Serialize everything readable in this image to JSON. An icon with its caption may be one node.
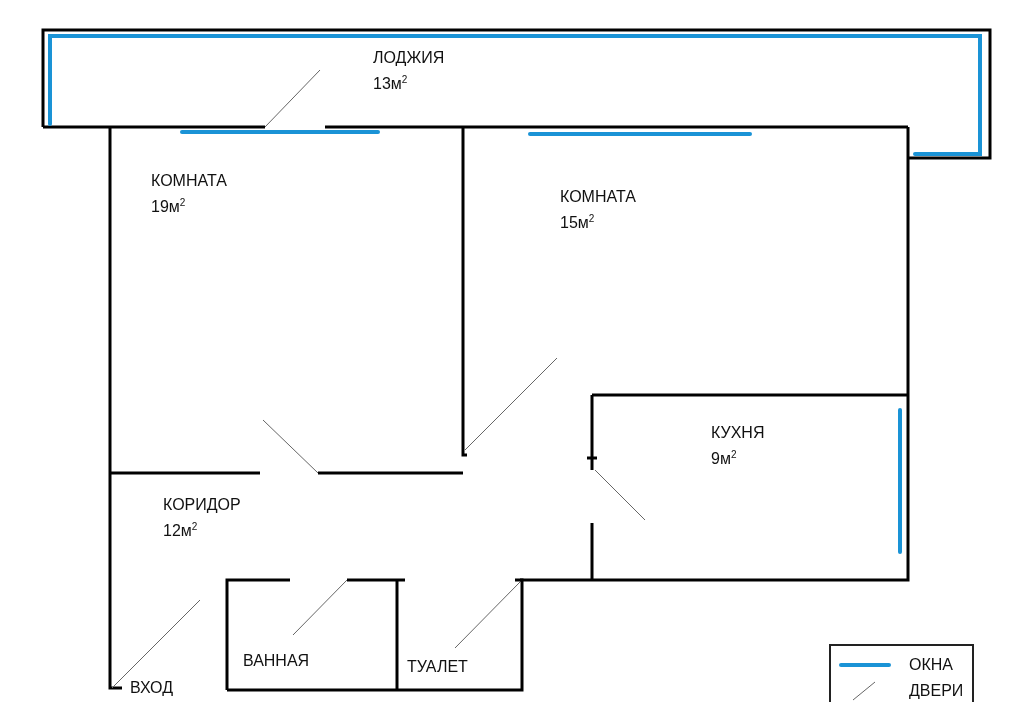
{
  "diagram": {
    "nodes": [
      {
        "text": [
          "ЛОДЖИЯ",
          "13м$^{2}$"
        ]
      },
      {
        "text": [
          "КОМНАТА",
          "19м$^{2}$"
        ]
      },
      {
        "text": [
          "КОМНАТА",
          "15м$^{2}$"
        ]
      },
      {
        "text": [
          "КУХНЯ",
          "9м$^{2}$"
        ]
      },
      {
        "text": [
          "КОРИДОР",
          "12м$^{2}$"
        ]
      },
      {
        "text": [
          "ВАННАЯ"
        ]
      },
      {
        "text": [
          "ТУАЛЕТ"
        ]
      }
    ],
    "labels": [
      "ВХОД"
    ],
    "legend": [
      {
        "text": "ОКНА"
      },
      {
        "text": "ДВЕРИ"
      }
    ]
  }
}
